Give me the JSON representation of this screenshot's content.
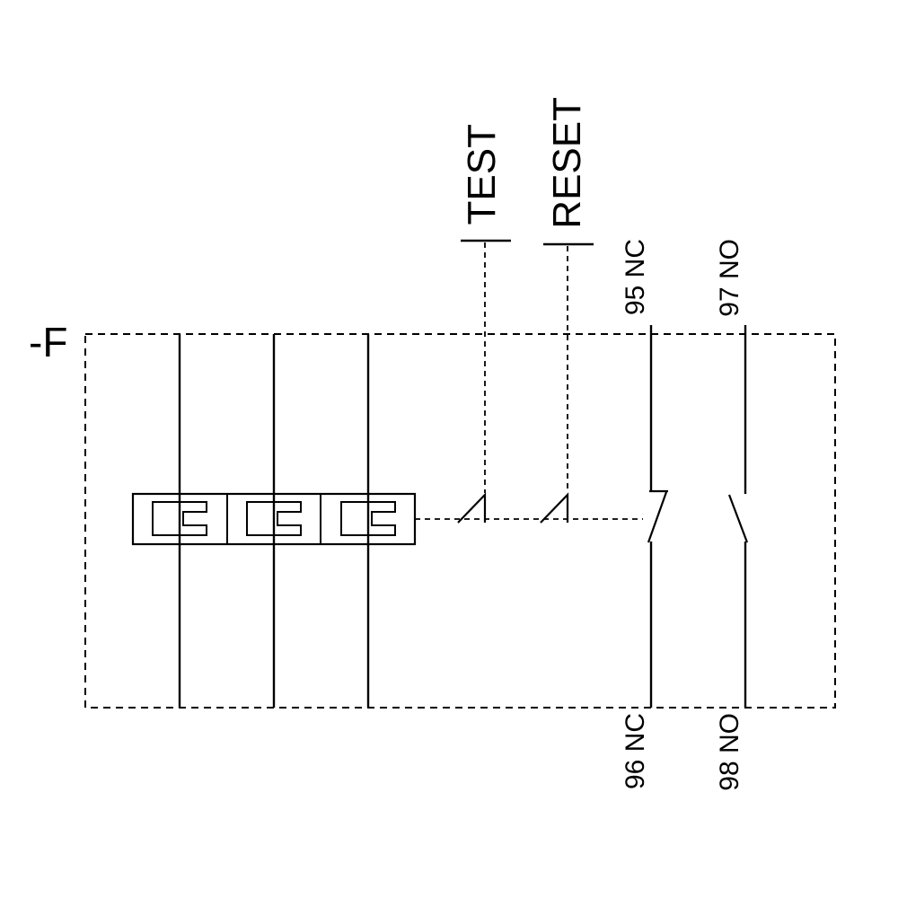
{
  "colors": {
    "line": "#000000",
    "background": "#ffffff"
  },
  "labels": {
    "designator": "-F",
    "test": "TEST",
    "reset": "RESET",
    "terminal_95": "95 NC",
    "terminal_97": "97 NO",
    "terminal_96": "96 NC",
    "terminal_98": "98 NO"
  }
}
